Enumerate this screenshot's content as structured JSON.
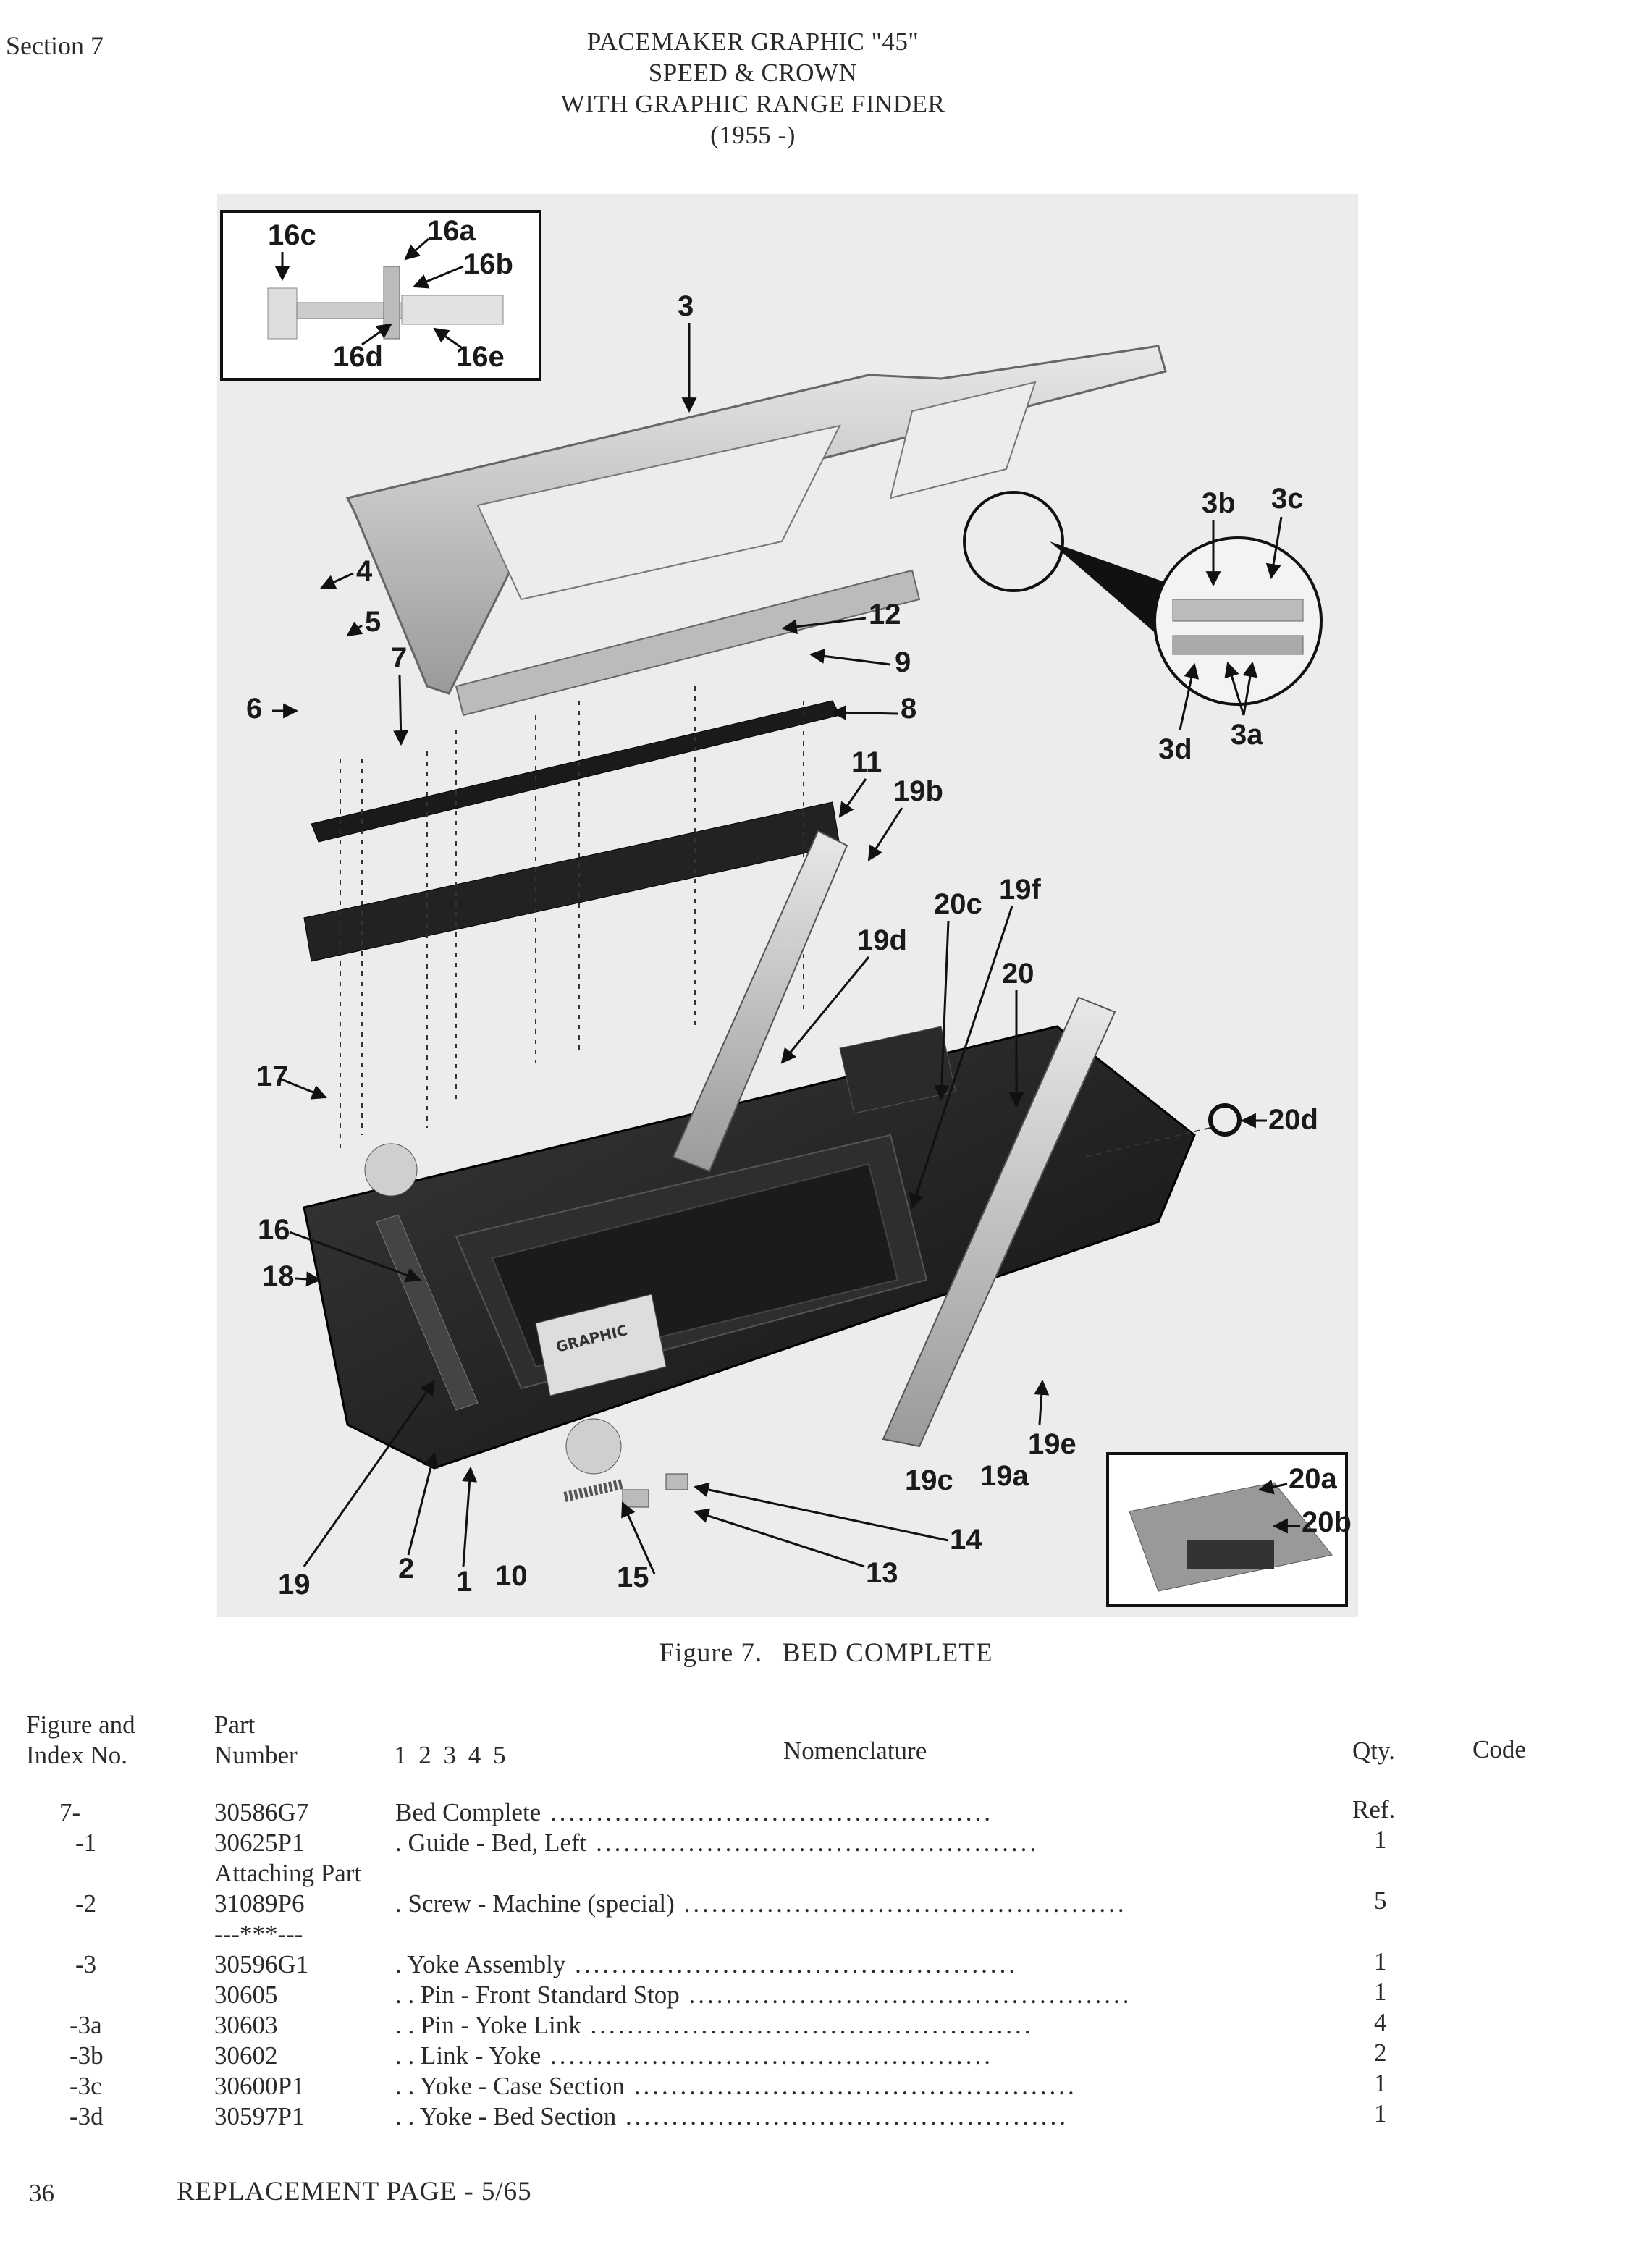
{
  "header": {
    "section": "Section 7",
    "title_lines": [
      "PACEMAKER GRAPHIC \"45\"",
      "SPEED & CROWN",
      "WITH GRAPHIC RANGE FINDER",
      "(1955 -)"
    ]
  },
  "figure": {
    "callouts": [
      "16c",
      "16a",
      "16b",
      "16d",
      "16e",
      "3",
      "3b",
      "3c",
      "3d",
      "3a",
      "4",
      "5",
      "7",
      "6",
      "12",
      "9",
      "8",
      "11",
      "19b",
      "20c",
      "19f",
      "19d",
      "20",
      "20d",
      "17",
      "16",
      "18",
      "19",
      "2",
      "1",
      "10",
      "15",
      "13",
      "14",
      "19c",
      "19a",
      "19e",
      "20a",
      "20b"
    ],
    "nameplate": "GRAPHIC"
  },
  "caption": {
    "label": "Figure 7.",
    "title": "BED COMPLETE"
  },
  "table": {
    "headers": {
      "index_line1": "Figure and",
      "index_line2": "Index No.",
      "part_line1": "Part",
      "part_line2": "Number",
      "levels": "1 2 3 4 5",
      "nomenclature": "Nomenclature",
      "qty": "Qty.",
      "code": "Code"
    },
    "rows": [
      {
        "index": "7-",
        "part": "30586G7",
        "indent": "",
        "desc": "Bed Complete",
        "qty": "Ref."
      },
      {
        "index": "-1",
        "part": "30625P1",
        "indent": ". ",
        "desc": "Guide - Bed, Left",
        "qty": "1"
      },
      {
        "index": "",
        "part": "Attaching Part",
        "indent": "",
        "desc": "",
        "qty": ""
      },
      {
        "index": "-2",
        "part": "31089P6",
        "indent": ". ",
        "desc": "Screw - Machine (special)",
        "qty": "5"
      },
      {
        "index": "",
        "part": "---***---",
        "indent": "",
        "desc": "",
        "qty": ""
      },
      {
        "index": "-3",
        "part": "30596G1",
        "indent": ". ",
        "desc": "Yoke Assembly",
        "qty": "1"
      },
      {
        "index": "",
        "part": "30605",
        "indent": ". . ",
        "desc": "Pin - Front Standard Stop",
        "qty": "1"
      },
      {
        "index": "-3a",
        "part": "30603",
        "indent": ". . ",
        "desc": "Pin - Yoke Link",
        "qty": "4"
      },
      {
        "index": "-3b",
        "part": "30602",
        "indent": ". . ",
        "desc": "Link - Yoke",
        "qty": "2"
      },
      {
        "index": "-3c",
        "part": "30600P1",
        "indent": ". . ",
        "desc": "Yoke - Case Section",
        "qty": "1"
      },
      {
        "index": "-3d",
        "part": "30597P1",
        "indent": ". . ",
        "desc": "Yoke - Bed Section",
        "qty": "1"
      }
    ]
  },
  "footer": {
    "page_number": "36",
    "text": "REPLACEMENT PAGE - 5/65"
  }
}
